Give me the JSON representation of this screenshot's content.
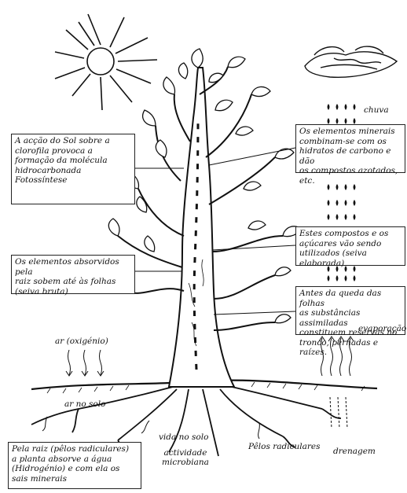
{
  "annotations": {
    "sun_action": "A acção do Sol sobre a\nclorofila provoca a\nformação da molécula\nhidrocarbonada\nFotossíntese",
    "mineral_elements": "Os elementos minerais\ncombinam-se com os\nhidratos de carbono e dão\nos compostos azotados, etc.",
    "compounds": "Estes compostos e os\naçúcares vão sendo\nutilizados (seiva elaborada)",
    "absorbed": "Os elementos absorvidos pela\nraiz sobem até às folhas\n(seiva bruta)",
    "before_leaf_fall": "Antes da queda das folhas\nas substâncias assimiladas\nconstituem reservas no\ntronco, pernadas e raízes.",
    "root_absorption": "Pela raiz (pêlos radiculares)\na planta absorve a água\n(Hidrogénio) e com ela os\nsais minerais"
  },
  "labels": {
    "rain": "chuva",
    "evaporation": "evaporação",
    "air_oxygen": "ar (oxigénio)",
    "soil_air": "ar no solo",
    "soil_life": "vida no solo",
    "microbial_activity": "actividade\nmicrobiana",
    "root_hairs": "Pêlos radiculares",
    "drainage": "drenagem"
  }
}
